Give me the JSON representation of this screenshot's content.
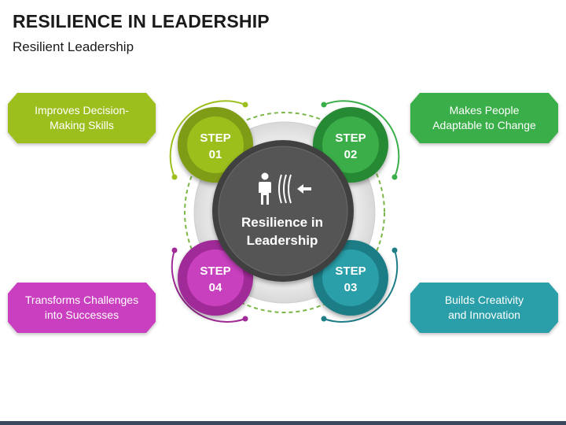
{
  "title": "RESILIENCE IN LEADERSHIP",
  "subtitle": "Resilient Leadership",
  "center": {
    "line1": "Resilience in",
    "line2": "Leadership"
  },
  "steps": [
    {
      "word": "STEP",
      "num": "01",
      "color": "#9dbf1e",
      "dark": "#7f9c12"
    },
    {
      "word": "STEP",
      "num": "02",
      "color": "#3aae49",
      "dark": "#278a35"
    },
    {
      "word": "STEP",
      "num": "03",
      "color": "#2a9fa9",
      "dark": "#1e7d86"
    },
    {
      "word": "STEP",
      "num": "04",
      "color": "#c93fbf",
      "dark": "#a02a97"
    }
  ],
  "notes": [
    {
      "line1": "Improves Decision-",
      "line2": "Making Skills",
      "color": "#9dbf1e"
    },
    {
      "line1": "Makes People",
      "line2": "Adaptable to Change",
      "color": "#3aae49"
    },
    {
      "line1": "Builds Creativity",
      "line2": "and Innovation",
      "color": "#2a9fa9"
    },
    {
      "line1": "Transforms Challenges",
      "line2": "into Successes",
      "color": "#c93fbf"
    }
  ]
}
